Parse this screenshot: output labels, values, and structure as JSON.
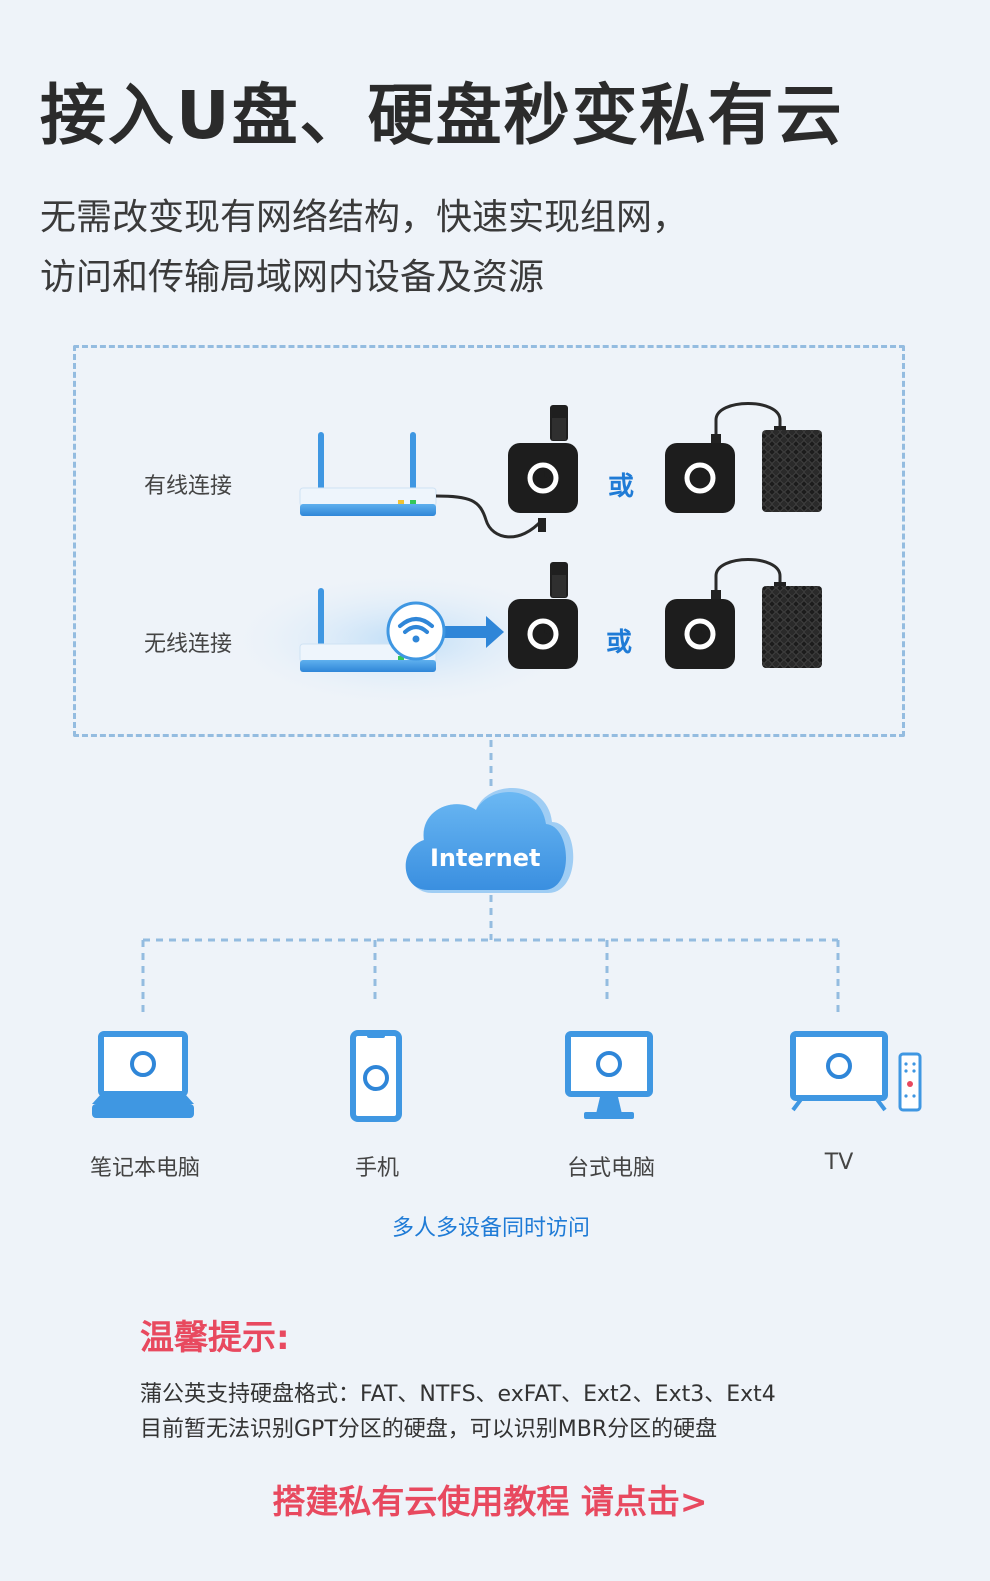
{
  "header": {
    "title": "接入U盘、硬盘秒变私有云",
    "subtitle_line1": "无需改变现有网络结构，快速实现组网，",
    "subtitle_line2": "访问和传输局域网内设备及资源"
  },
  "diagram": {
    "wired_label": "有线连接",
    "wireless_label": "无线连接",
    "or_label_1": "或",
    "or_label_2": "或",
    "cloud_label": "Internet",
    "devices": [
      {
        "label": "笔记本电脑",
        "icon": "laptop-icon"
      },
      {
        "label": "手机",
        "icon": "phone-icon"
      },
      {
        "label": "台式电脑",
        "icon": "desktop-icon"
      },
      {
        "label": "TV",
        "icon": "tv-icon"
      }
    ],
    "multi_access": "多人多设备同时访问"
  },
  "tips": {
    "title": "温馨提示:",
    "line1": "蒲公英支持硬盘格式：FAT、NTFS、exFAT、Ext2、Ext3、Ext4",
    "line2": "目前暂无法识别GPT分区的硬盘，可以识别MBR分区的硬盘"
  },
  "cta": {
    "label": "搭建私有云使用教程 请点击>"
  },
  "colors": {
    "accent_blue": "#1f7bd6",
    "dashed_line": "#94bce0",
    "tip_red": "#e8495f",
    "background": "#eef3f9"
  }
}
